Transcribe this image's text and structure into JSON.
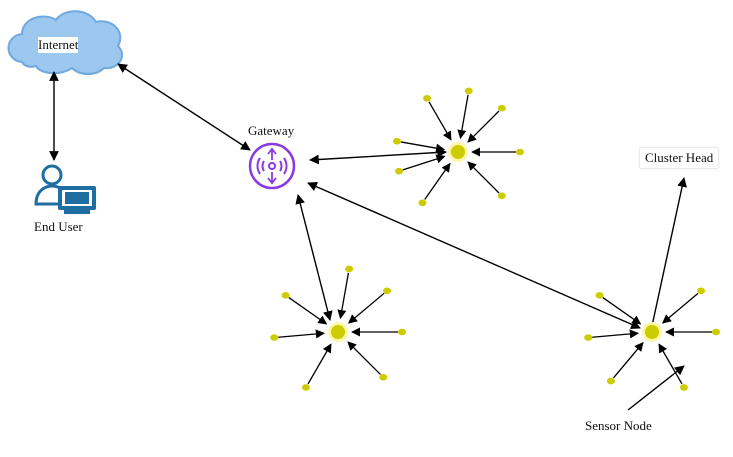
{
  "labels": {
    "internet": "Internet",
    "end_user": "End User",
    "gateway": "Gateway",
    "cluster_head": "Cluster Head",
    "sensor_node": "Sensor Node"
  },
  "colors": {
    "cloud": "#9cc7ee",
    "cloud_edge": "#6fa9df",
    "user_icon": "#1f6ea1",
    "gateway": "#8a3ae0",
    "node": "#cccc00",
    "arrow": "#000000"
  },
  "icons": {
    "internet": "cloud-icon",
    "end_user": "user-computer-icon",
    "gateway": "wireless-gateway-icon"
  }
}
